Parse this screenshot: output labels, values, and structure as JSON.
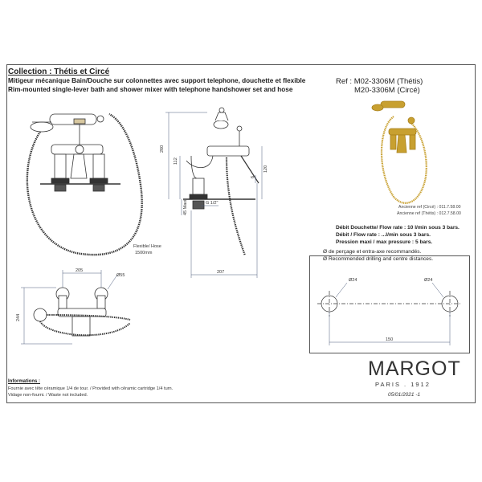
{
  "header": {
    "collection": "Collection : Thétis et Circé",
    "title_fr": "Mitigeur mécanique Bain/Douche sur colonnettes avec support telephone, douchette et flexible",
    "title_en": "Rim-mounted single-lever bath and shower mixer with telephone handshower set and hose"
  },
  "reference": {
    "ref_line1": "Ref : M02-3306M (Thétis)",
    "ref_line2": "M20-3306M (Circé)",
    "old_ref_circe": "Ancienne ref (Circé) : 011.7.58.00",
    "old_ref_thetis": "Ancienne ref (Thétis) : 012.7.58.00"
  },
  "specs": {
    "flow_shower": "Débit Douchette/ Flow rate : 10 l/min sous 3 bars.",
    "flow_bath": "Débit / Flow rate : ...l/min sous 3 bars.",
    "pressure": "Pression maxi / max pressure : 5 bars."
  },
  "drilling": {
    "note_fr": "Ø de perçage et entra-axe recommandés.",
    "note_en": "Ø Recommended drilling and centre distances.",
    "hole_left": "Ø24",
    "hole_right": "Ø24",
    "distance": "150"
  },
  "dimensions": {
    "hose_label": "Flexible/ Hose",
    "hose_length": "1500mm",
    "d_260": "260",
    "d_112": "112",
    "d_6": "6",
    "d_120": "120",
    "d_45": "45 Maxi",
    "d_g12": "G 1/2\"",
    "d_207": "207",
    "d_205": "205",
    "d_55": "Ø55",
    "d_244": "244"
  },
  "informations": {
    "heading": "Informations :",
    "line1": "Fournie avec tête céramique 1/4 de tour. / Provided with cêramic cartridge 1/4 turn.",
    "line2": "Vidage non-fourni. / Waste not included."
  },
  "brand": {
    "name": "MARGOT",
    "city": "PARIS . 1912",
    "date": "05/01/2021 -1"
  },
  "colors": {
    "line": "#333333",
    "dim_line": "#4a5a7a",
    "gold": "#c8a030"
  }
}
